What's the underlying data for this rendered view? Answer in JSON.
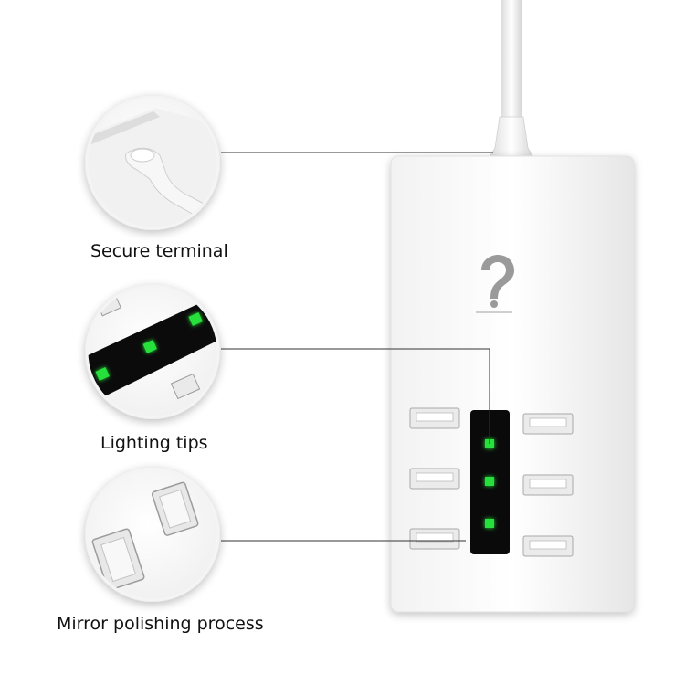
{
  "features": [
    {
      "caption": "Secure terminal",
      "icon": "cable-terminal-closeup"
    },
    {
      "caption": "Lighting tips",
      "icon": "green-led-indicator-closeup"
    },
    {
      "caption": "Mirror polishing process",
      "icon": "plug-prongs-closeup"
    }
  ],
  "device": {
    "logo_icon": "question-mark-logo",
    "usb_port_count": 6,
    "indicator_led_count": 3
  },
  "colors": {
    "led_green": "#27e03a",
    "led_panel": "#0a0a0a",
    "device_body": "#ffffff"
  }
}
